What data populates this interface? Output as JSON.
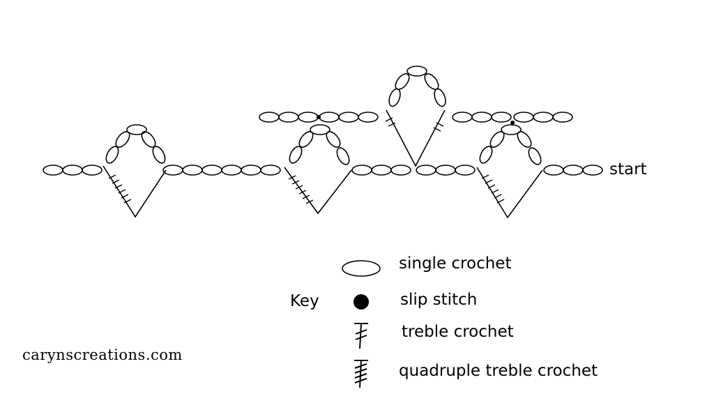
{
  "diagram": {
    "start_label": "start"
  },
  "key": {
    "title": "Key",
    "items": [
      {
        "symbol": "chain-oval",
        "label": "single crochet"
      },
      {
        "symbol": "slip-dot",
        "label": "slip stitch"
      },
      {
        "symbol": "treble-mark",
        "label": "treble crochet"
      },
      {
        "symbol": "quadruple-treble-mark",
        "label": "quadruple treble crochet"
      }
    ]
  },
  "watermark": "carynscreations.com"
}
